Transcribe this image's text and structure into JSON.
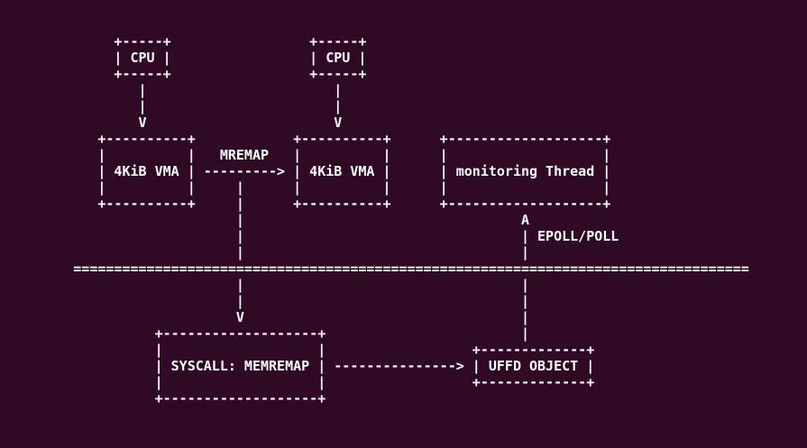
{
  "terminal": {
    "background_color": "#300a24",
    "foreground_color": "#ffffff"
  },
  "diagram": {
    "labels": {
      "cpu_left": "CPU",
      "cpu_right": "CPU",
      "vma_left": "4KiB VMA",
      "vma_right": "4KiB VMA",
      "mremap_arrow_label": "MREMAP",
      "monitoring_thread_box": "monitoring Thread",
      "epoll_poll_label": "EPOLL/POLL",
      "syscall_box": "SYSCALL: MEMREMAP",
      "uffd_box": "UFFD OBJECT"
    },
    "ascii_lines": [
      "              +-----+                 +-----+",
      "              | CPU |                 | CPU |",
      "              +-----+                 +-----+",
      "                 |                       |",
      "                 |                       |",
      "                 V                       V",
      "            +----------+            +----------+      +-------------------+",
      "            |          |   MREMAP   |          |      |                   |",
      "            | 4KiB VMA | ---------> | 4KiB VMA |      | monitoring Thread |",
      "            |          |     |      |          |      |                   |",
      "            +----------+     |      +----------+      +-------------------+",
      "                             |                                  A",
      "                             |                                  | EPOLL/POLL",
      "                             |                                  |",
      "         ===================================================================================",
      "                             |                                  |",
      "                             |                                  |",
      "                             V                                  |",
      "                   +-------------------+                        |",
      "                   |                   |                  +-------------+",
      "                   | SYSCALL: MEMREMAP | ---------------> | UFFD OBJECT |",
      "                   |                   |                  +-------------+",
      "                   +-------------------+"
    ]
  }
}
